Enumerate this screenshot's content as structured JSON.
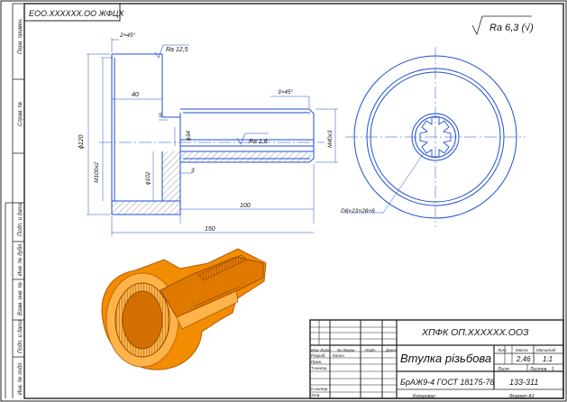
{
  "doc": {
    "code_box": "ЕОО.ХХХХХХ.ОО ЖФЦХ",
    "roughness_general": "Ra 6,3 (√)",
    "side_labels": [
      "Перв. примен.",
      "Справ. №",
      "Подп. и дата",
      "Инв. № дубл.",
      "Взам. инв. №",
      "Подп. и дата",
      "Инв. № подл."
    ]
  },
  "dims": {
    "chamfer_left": "2×45°",
    "chamfer_right": "3×45°",
    "ra_top": "Ra 12,5",
    "ra_bore": "Ra 1,6",
    "d120": "ϕ120",
    "m100": "М100х2",
    "d102": "ϕ102",
    "d34": "ϕ34",
    "m40": "М40х3",
    "len40": "40",
    "len5": "5",
    "len3": "3",
    "len100": "100",
    "len150": "150",
    "spline": "D6×23×28×6"
  },
  "title_block": {
    "designation": "ХПФК ОП.ХХХХХХ.ООЗ",
    "name": "Втулка різьбова",
    "material": "БрАЖ9-4  ГОСТ 18175-78",
    "group": "133-311",
    "col_headers": [
      "Изм",
      "Лист",
      "№ докум.",
      "Подп.",
      "Дата"
    ],
    "row_labels": [
      "Разраб.",
      "Пров.",
      "Т.контр.",
      "",
      "Н.контр.",
      "Утв."
    ],
    "developer": "Копич",
    "lit_label": "Лит.",
    "mass_label": "Масса",
    "scale_label": "Масштаб",
    "mass_value": "2,46",
    "scale_value": "1:1",
    "sheet_label": "Лист",
    "sheets_label": "Листов",
    "sheets_value": "1",
    "copied": "Копировал",
    "format": "Формат    А3"
  },
  "colors": {
    "line": "#1e4fd6",
    "frame": "#222222",
    "hatch": "#555555",
    "part": "#f28c00",
    "part_dark": "#b85a00",
    "part_light": "#ffb44a"
  }
}
